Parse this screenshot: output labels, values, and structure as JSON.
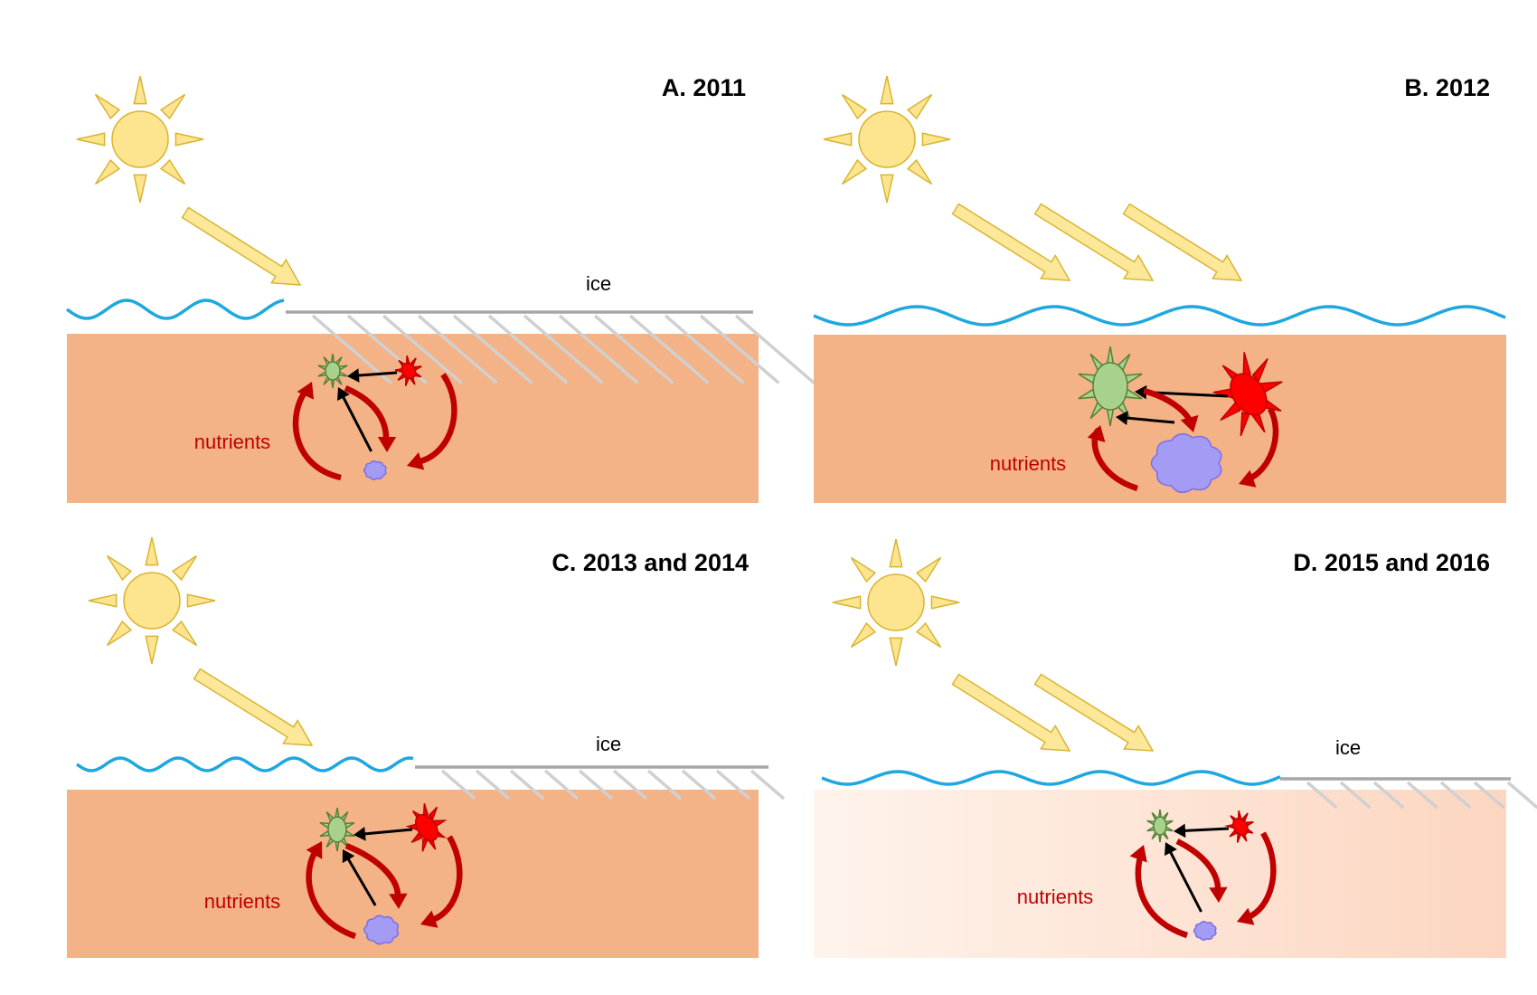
{
  "colors": {
    "sun_fill": "#fde58f",
    "sun_stroke": "#d9b431",
    "ray_fill": "#fde89a",
    "ray_stroke": "#d9b431",
    "water": "#1fa7e0",
    "ice_line": "#a6a6a6",
    "ice_hatch": "#d0d0d0",
    "ocean": "#f4b287",
    "ocean_light": "#fde2d3",
    "cycle_arrow": "#c00000",
    "black_arrow": "#000000",
    "green_cell_fill": "#a9d18e",
    "green_cell_stroke": "#548235",
    "red_cell_fill": "#ff0000",
    "red_cell_stroke": "#c00000",
    "purple_blob_fill": "#a49bf5",
    "purple_blob_stroke": "#7c6fe6",
    "nutrient_text": "#c00000"
  },
  "icons": {
    "sun": "sun-icon",
    "green_cell": "green-phytoplankton-cell-icon",
    "red_cell": "red-grazer-cell-icon",
    "purple_blob": "purple-bacteria-cluster-icon"
  },
  "panels": [
    {
      "id": "a",
      "title": "A. 2011",
      "ice_label": "ice",
      "nutrients_label": "nutrients"
    },
    {
      "id": "b",
      "title": "B. 2012",
      "ice_label": "",
      "nutrients_label": "nutrients"
    },
    {
      "id": "c",
      "title": "C. 2013 and 2014",
      "ice_label": "ice",
      "nutrients_label": "nutrients"
    },
    {
      "id": "d",
      "title": "D. 2015 and 2016",
      "ice_label": "ice",
      "nutrients_label": "nutrients"
    }
  ]
}
